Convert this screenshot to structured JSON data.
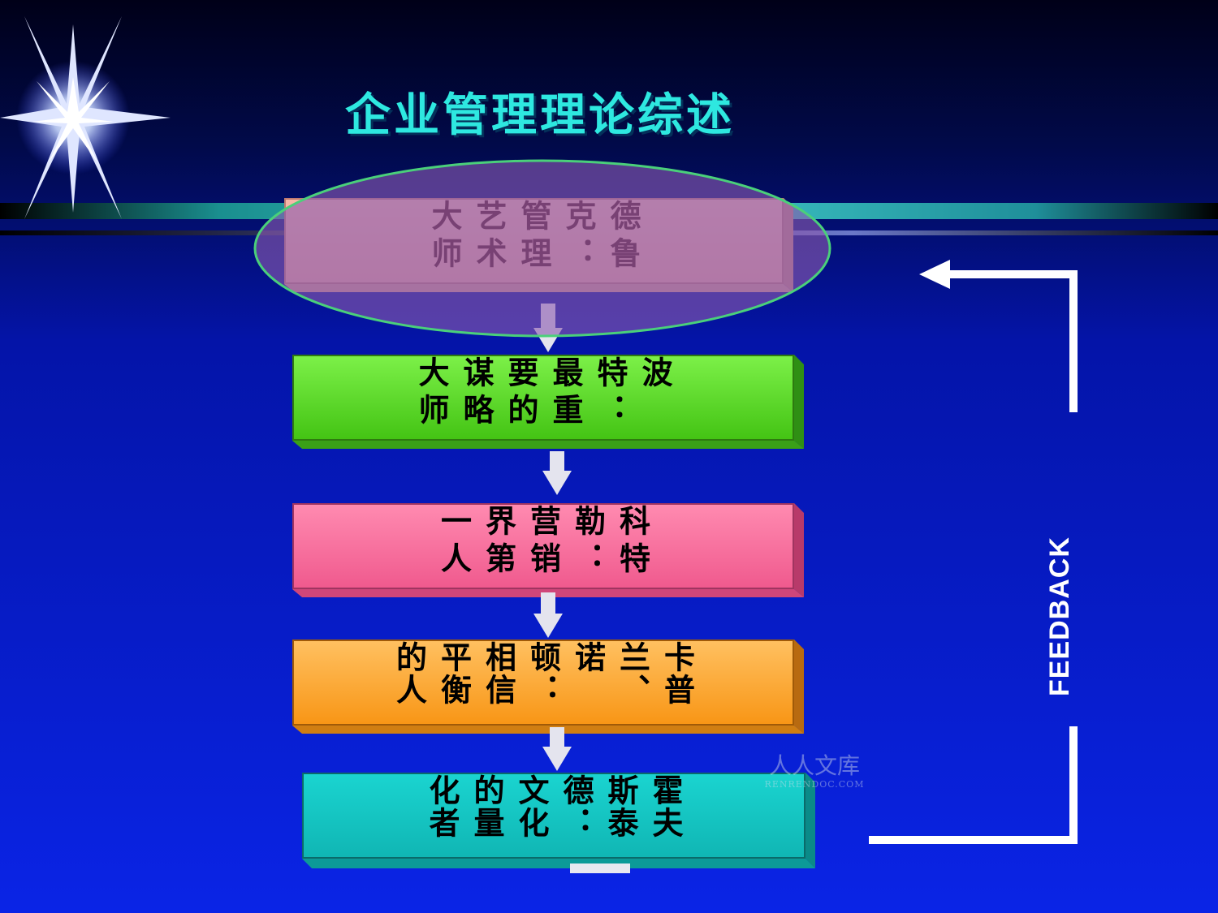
{
  "title": "企业管理理论综述",
  "steps": [
    {
      "label": "德鲁克：管理艺术大师",
      "color": "#f4ac9c"
    },
    {
      "label": "波特：最重要的谋略大师",
      "color": "#5ad624"
    },
    {
      "label": "科特勒：营销界第一人",
      "color": "#f86c9c"
    },
    {
      "label": "卡普兰、诺顿：相信平衡的人",
      "color": "#fca63a"
    },
    {
      "label": "霍夫斯泰德：文化的量化者",
      "color": "#14c4c2"
    }
  ],
  "feedback_label": "FEEDBACK",
  "highlight_color": "#8a5ab0",
  "watermark": {
    "main": "人人文库",
    "sub": "RENRENDOC.COM"
  }
}
